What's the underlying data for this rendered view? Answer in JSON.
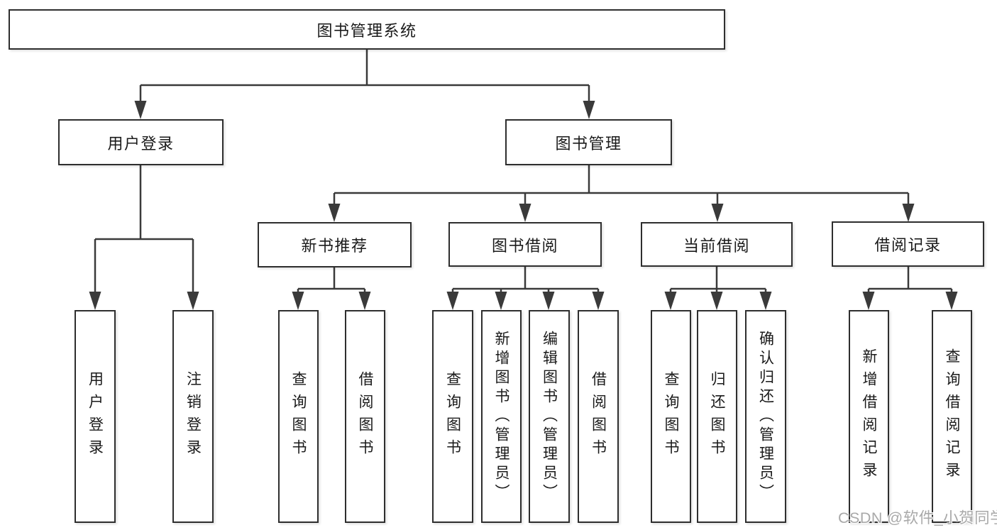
{
  "diagram": {
    "root": {
      "label": "图书管理系统"
    },
    "user_branch": {
      "label": "用户登录",
      "children": [
        {
          "label": "用户登录"
        },
        {
          "label": "注销登录"
        }
      ]
    },
    "book_branch": {
      "label": "图书管理",
      "groups": [
        {
          "label": "新书推荐",
          "children": [
            {
              "label": "查询图书"
            },
            {
              "label": "借阅图书"
            }
          ]
        },
        {
          "label": "图书借阅",
          "children": [
            {
              "label": "查询图书"
            },
            {
              "label": "新增图书（管理员）"
            },
            {
              "label": "编辑图书（管理员）"
            },
            {
              "label": "借阅图书"
            }
          ]
        },
        {
          "label": "当前借阅",
          "children": [
            {
              "label": "查询图书"
            },
            {
              "label": "归还图书"
            },
            {
              "label": "确认归还（管理员）"
            }
          ]
        },
        {
          "label": "借阅记录",
          "children": [
            {
              "label": "新增借阅记录"
            },
            {
              "label": "查询借阅记录"
            }
          ]
        }
      ]
    }
  },
  "watermark": {
    "text": "CSDN @软件_小贺同学"
  },
  "colors": {
    "line": "#3a3a3a",
    "box_border": "#2e2e2e",
    "text": "#1a1a1a",
    "watermark": "#a9a9a9",
    "background": "#ffffff"
  }
}
